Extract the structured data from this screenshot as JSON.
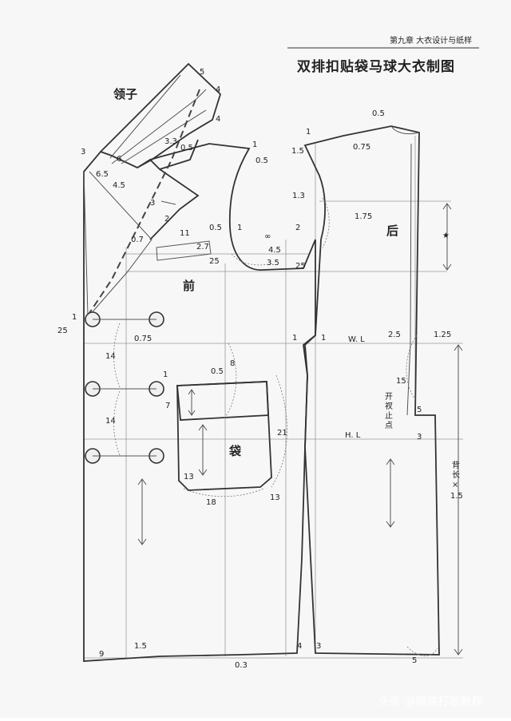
{
  "header": {
    "chapter": "第九章  大衣设计与纸样"
  },
  "title": "双排扣贴袋马球大衣制图",
  "labels": {
    "collar": "领子",
    "front": "前",
    "back": "后",
    "pocket": "袋",
    "waist_line": "W. L",
    "hip_line": "H. L",
    "vent_point": "开衩止点",
    "back_length": "背长×1.5",
    "star": "★",
    "infinity": "∞"
  },
  "dimensions": [
    "0.5",
    "5",
    "4",
    "4",
    "1",
    "3.3",
    "0.5",
    "1",
    "0.5",
    "1.5",
    "0.75",
    "3",
    "6",
    "6.5",
    "4.5",
    "3",
    "2",
    "0.7",
    "11",
    "0.5",
    "1",
    "2.7",
    "25",
    "4.5",
    "3.5",
    "25",
    "2",
    "1.3",
    "1.75",
    "1",
    "25",
    "0.75",
    "1",
    "1",
    "2.5",
    "1.25",
    "14",
    "1",
    "0.5",
    "8",
    "7",
    "14",
    "21",
    "15",
    "5",
    "3",
    "13",
    "18",
    "13",
    "9",
    "1.5",
    "0.3",
    "4",
    "3",
    "5"
  ],
  "watermark": "头条 @服装打板教程"
}
